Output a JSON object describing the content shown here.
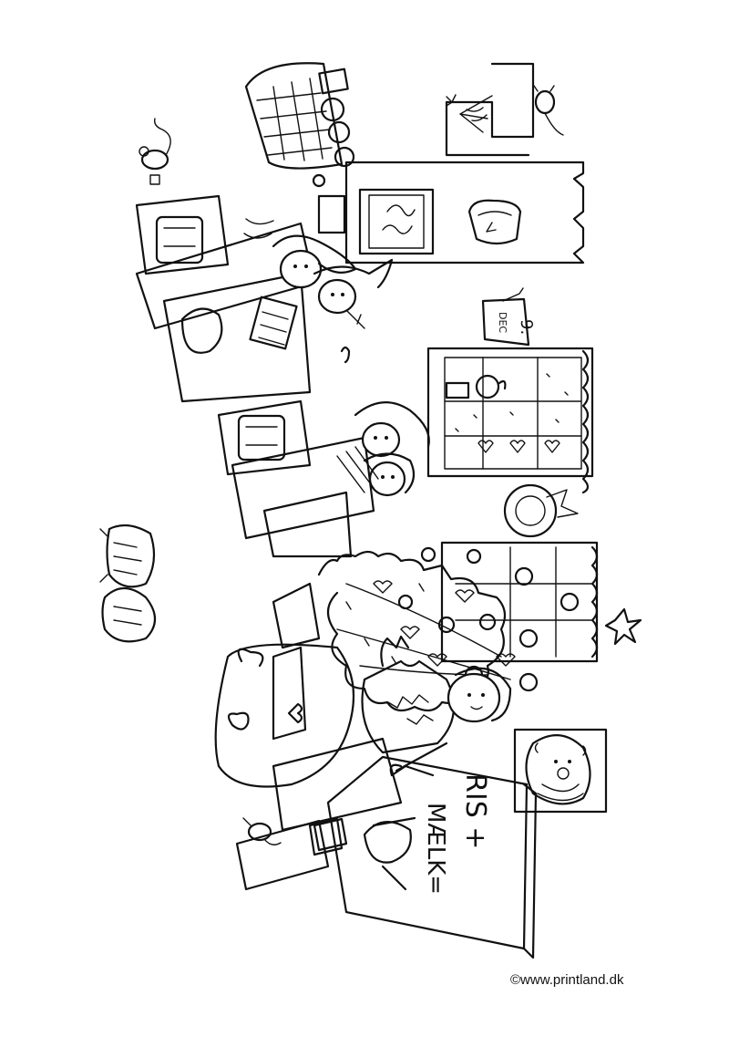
{
  "sign": {
    "line1": "RIS +",
    "line2": "MÆLK="
  },
  "calendar": {
    "day": "9.",
    "month": "DEC"
  },
  "copyright": "©www.printland.dk"
}
